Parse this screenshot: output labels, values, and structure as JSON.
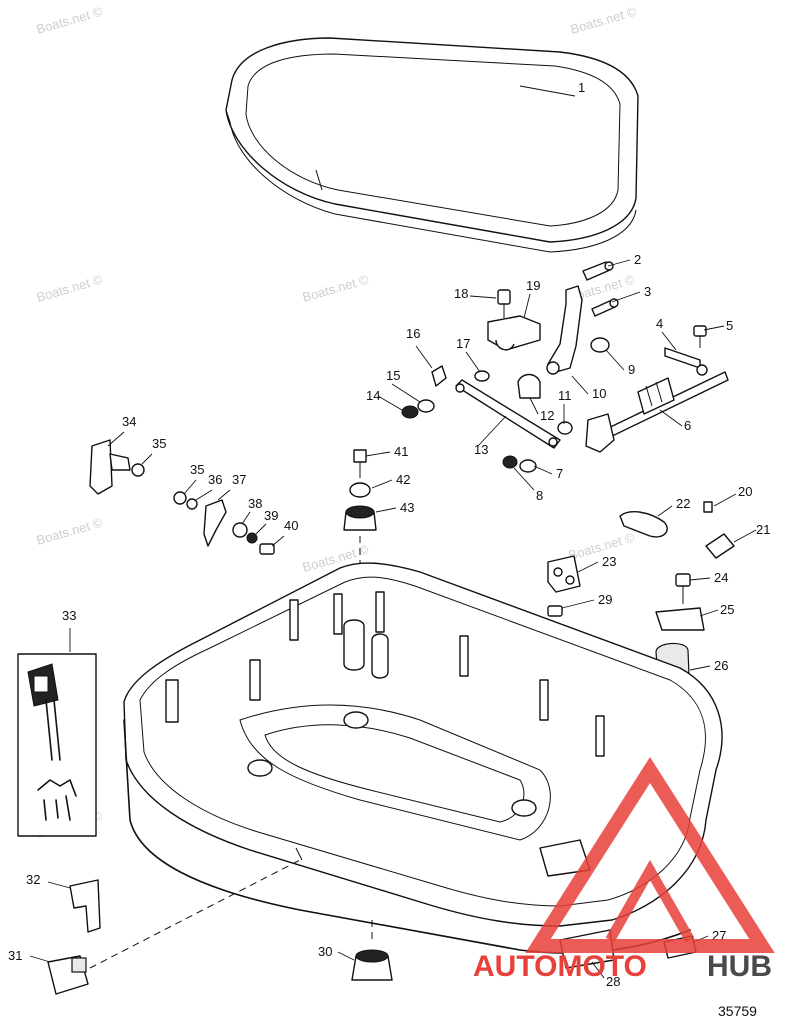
{
  "diagram": {
    "figure_number": "35759",
    "watermark_text": "Boats.net ©",
    "logo": {
      "text_auto": "AUTOMOTO",
      "text_hub": "HUB",
      "accent_color": "#e8403a",
      "dark_color": "#4a4a4a"
    },
    "callouts": [
      "1",
      "2",
      "3",
      "4",
      "5",
      "6",
      "7",
      "8",
      "9",
      "10",
      "11",
      "12",
      "13",
      "14",
      "15",
      "16",
      "17",
      "18",
      "19",
      "20",
      "21",
      "22",
      "23",
      "24",
      "25",
      "26",
      "27",
      "28",
      "29",
      "30",
      "31",
      "32",
      "33",
      "34",
      "35",
      "35",
      "36",
      "37",
      "38",
      "39",
      "40",
      "41",
      "42",
      "43"
    ]
  }
}
